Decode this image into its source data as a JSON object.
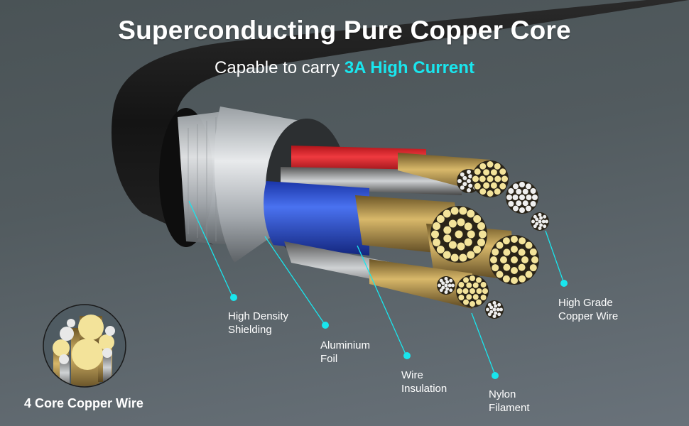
{
  "header": {
    "title": "Superconducting Pure Copper Core",
    "subtitle_prefix": "Capable to carry ",
    "subtitle_highlight": "3A High Current"
  },
  "colors": {
    "accent": "#19e6ee",
    "copper": "#f3e39a",
    "insulation_red": "#d8262b",
    "insulation_blue": "#2346c8",
    "jacket": "#1c1c1c"
  },
  "callouts": [
    {
      "id": "shielding",
      "lines": [
        "High Density",
        "Shielding"
      ]
    },
    {
      "id": "foil",
      "lines": [
        "Aluminium",
        "Foil"
      ]
    },
    {
      "id": "insulation",
      "lines": [
        "Wire",
        "Insulation"
      ]
    },
    {
      "id": "nylon",
      "lines": [
        "Nylon",
        "Filament"
      ]
    },
    {
      "id": "copper",
      "lines": [
        "High Grade",
        "Copper Wire"
      ]
    }
  ],
  "badge": {
    "label": "4 Core Copper Wire",
    "icon": "copper-strands-icon"
  }
}
